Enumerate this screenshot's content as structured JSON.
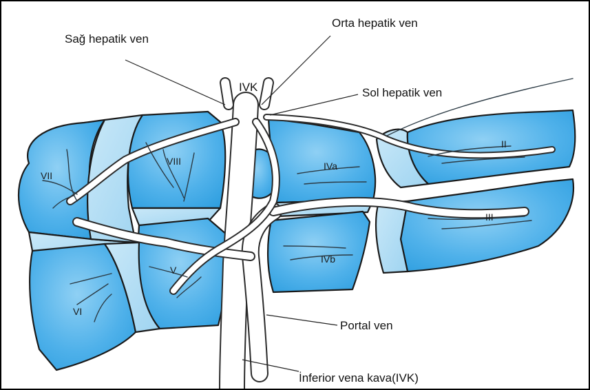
{
  "labels": {
    "sag_hepatik_ven": "Sağ hepatik ven",
    "orta_hepatik_ven": "Orta hepatik ven",
    "sol_hepatik_ven": "Sol hepatik ven",
    "ivk": "IVK",
    "portal_ven": "Portal ven",
    "inferior_vena_kava": "İnferior vena kava(IVK)"
  },
  "segments": {
    "II": "II",
    "III": "III",
    "IVa": "IVa",
    "IVb": "IVb",
    "V": "V",
    "VI": "VI",
    "VII": "VII",
    "VIII": "VIII"
  },
  "colors": {
    "lobe_fill": "#63b9ec",
    "lobe_light": "#b9e0f6",
    "vein": "#ffffff",
    "outline": "#1a1a1a"
  }
}
